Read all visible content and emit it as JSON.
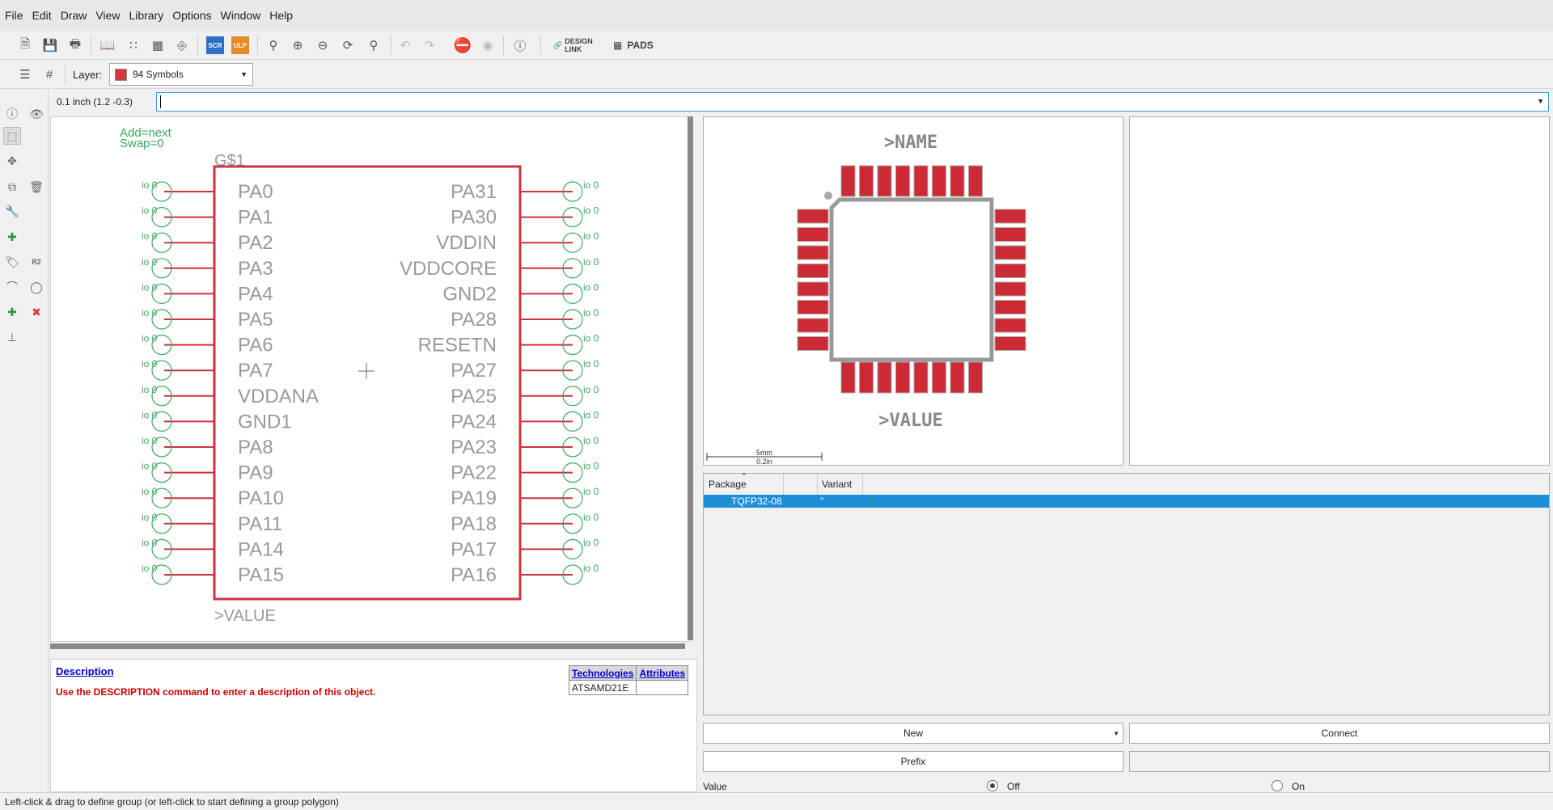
{
  "menu": [
    "File",
    "Edit",
    "Draw",
    "View",
    "Library",
    "Options",
    "Window",
    "Help"
  ],
  "toolbar": {
    "scr_label": "SCR",
    "ulp_label": "ULP",
    "design_link_label": "DESIGN LINK",
    "pads_label": "PADS"
  },
  "layer": {
    "label": "Layer:",
    "value": "94 Symbols",
    "color": "#d9363e"
  },
  "command": {
    "coordinate": "0.1 inch (1.2 -0.3)",
    "value": ""
  },
  "symbol": {
    "add_text": "Add=next",
    "swap_text": "Swap=0",
    "name_text": "G$1",
    "value_text": ">VALUE",
    "pin_label": "io 0",
    "left_pins": [
      "PA0",
      "PA1",
      "PA2",
      "PA3",
      "PA4",
      "PA5",
      "PA6",
      "PA7",
      "VDDANA",
      "GND1",
      "PA8",
      "PA9",
      "PA10",
      "PA11",
      "PA14",
      "PA15"
    ],
    "right_pins": [
      "PA31",
      "PA30",
      "VDDIN",
      "VDDCORE",
      "GND2",
      "PA28",
      "RESETN",
      "PA27",
      "PA25",
      "PA24",
      "PA23",
      "PA22",
      "PA19",
      "PA18",
      "PA17",
      "PA16"
    ]
  },
  "description": {
    "title": "Description",
    "text": "Use the DESCRIPTION command to enter a description of this object.",
    "tech_header": "Technologies",
    "attr_header": "Attributes",
    "tech_value": "ATSAMD21E"
  },
  "package_preview": {
    "name_text": ">NAME",
    "value_text": ">VALUE",
    "scale_mm": "5mm",
    "scale_in": "0.2in"
  },
  "packages": {
    "col_package": "Package",
    "col_variant": "Variant",
    "rows": [
      {
        "package": "TQFP32-08",
        "variant": "''"
      }
    ]
  },
  "buttons": {
    "new": "New",
    "connect": "Connect",
    "prefix": "Prefix"
  },
  "value_row": {
    "label": "Value",
    "off": "Off",
    "on": "On"
  },
  "status": "Left-click & drag to define group (or left-click to start defining a group polygon)"
}
